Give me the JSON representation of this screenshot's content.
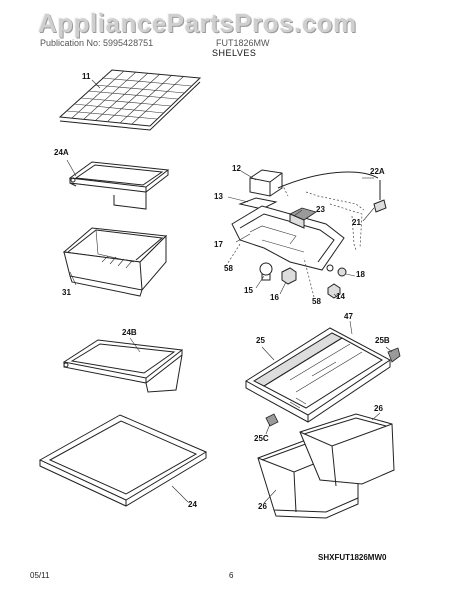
{
  "watermark": "AppliancePartsPros.com",
  "header": {
    "publication": "Publication No: 5995428751",
    "model": "FUT1826MW",
    "section": "SHELVES"
  },
  "callouts": {
    "c11": "11",
    "c24A": "24A",
    "c31": "31",
    "c12": "12",
    "c13": "13",
    "c22A": "22A",
    "c23": "23",
    "c21": "21",
    "c17": "17",
    "c58a": "58",
    "c15": "15",
    "c16": "16",
    "c58b": "58",
    "c14": "14",
    "c18": "18",
    "c24B": "24B",
    "c47": "47",
    "c25": "25",
    "c25B": "25B",
    "c26a": "26",
    "c25C": "25C",
    "c24": "24",
    "c26b": "26"
  },
  "diagram_code": "SHXFUT1826MW0",
  "footer": {
    "date": "05/11",
    "page": "6"
  }
}
